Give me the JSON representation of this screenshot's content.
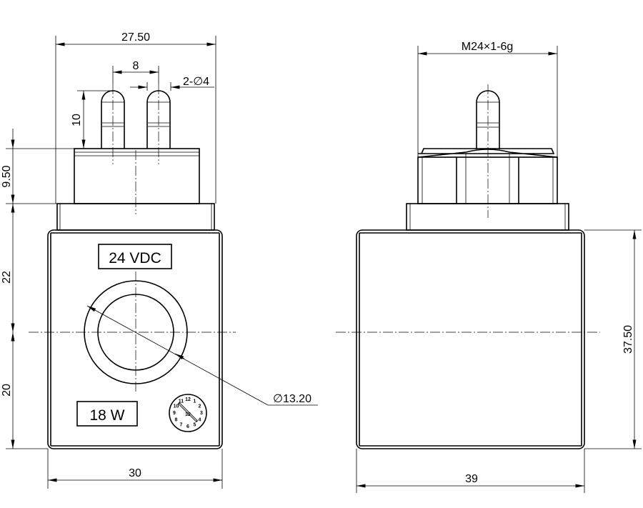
{
  "front_view": {
    "voltage_label": "24 VDC",
    "power_label": "18 W",
    "date_wheel": {
      "numbers": [
        "1",
        "2",
        "3",
        "4",
        "5",
        "6",
        "7",
        "8",
        "9",
        "10",
        "11",
        "12"
      ],
      "center_digits": "32"
    }
  },
  "dimensions": {
    "top_width": "27.50",
    "pin_spacing": "8",
    "pin_diameter": "2-∅4",
    "pin_height": "10",
    "block_height": "9.50",
    "upper_body": "22",
    "lower_body": "20",
    "bore_diameter": "∅13.20",
    "front_width": "30",
    "thread": "M24×1-6g",
    "side_height": "37.50",
    "side_width": "39"
  }
}
